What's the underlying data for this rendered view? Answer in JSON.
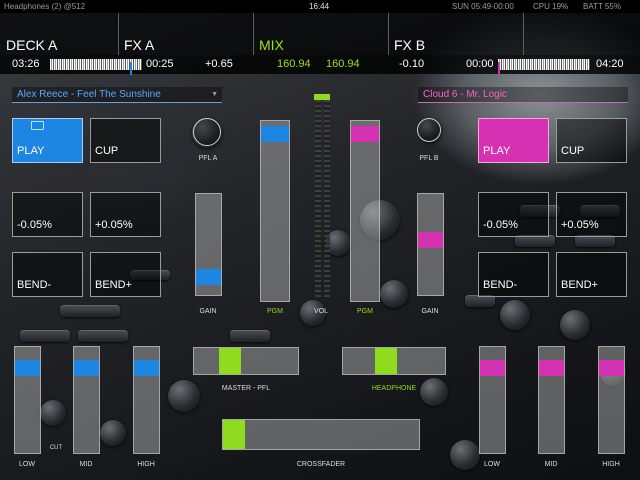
{
  "status_bar": {
    "left": "Headphones (2) @512",
    "center": "16:44",
    "right_time": "SUN 05:49-00:00",
    "cpu": "CPU 19%",
    "battery": "BATT 55%"
  },
  "header": {
    "deck_a_label": "DECK A",
    "fx_a_label": "FX A",
    "mix_label": "MIX",
    "fx_b_label": "FX B",
    "deck_a_elapsed": "03:26",
    "deck_a_remaining": "00:25",
    "deck_a_pitch": "+0.65",
    "deck_a_bpm": "160.94",
    "deck_b_bpm": "160.94",
    "deck_b_pitch": "-0.10",
    "deck_b_elapsed": "00:00",
    "deck_b_remaining": "04:20",
    "deck_a_progress": 0.89,
    "deck_b_progress": 0.0
  },
  "deck_a": {
    "track_title": "Alex Reece - Feel The Sunshine",
    "play_label": "PLAY",
    "cup_label": "CUP",
    "pitch_down_label": "-0.05%",
    "pitch_up_label": "+0.05%",
    "bend_down_label": "BEND-",
    "bend_up_label": "BEND+",
    "pfl_label": "PFL A",
    "gain_label": "GAIN",
    "gain_level": 0.12,
    "pgm_label": "PGM",
    "pgm_level": 0.97,
    "eq_low_label": "LOW",
    "eq_mid_label": "MID",
    "eq_high_label": "HIGH",
    "eq_low_level": 0.86,
    "eq_mid_level": 0.86,
    "eq_high_level": 0.86,
    "cut_label": "CUT"
  },
  "deck_b": {
    "track_title": "Cloud 6 - Mr. Logic",
    "play_label": "PLAY",
    "cup_label": "CUP",
    "pitch_down_label": "-0.05%",
    "pitch_up_label": "+0.05%",
    "bend_down_label": "BEND-",
    "bend_up_label": "BEND+",
    "pfl_label": "PFL B",
    "gain_label": "GAIN",
    "gain_level": 0.55,
    "pgm_label": "PGM",
    "pgm_level": 0.97,
    "eq_low_label": "LOW",
    "eq_mid_label": "MID",
    "eq_high_label": "HIGH",
    "eq_low_level": 0.86,
    "eq_mid_level": 0.86,
    "eq_high_level": 0.86
  },
  "mixer": {
    "vol_label": "VOL",
    "master_pfl_label": "MASTER - PFL",
    "master_pfl_level": 0.3,
    "headphone_label": "HEADPHONE",
    "headphone_level": 0.4,
    "crossfader_label": "CROSSFADER",
    "crossfader_level": 0.0
  },
  "colors": {
    "deck_a": "#1d86e3",
    "deck_b": "#d631b3",
    "green": "#8fdc1f"
  },
  "icons": {
    "deck_a_list": "list-icon"
  }
}
